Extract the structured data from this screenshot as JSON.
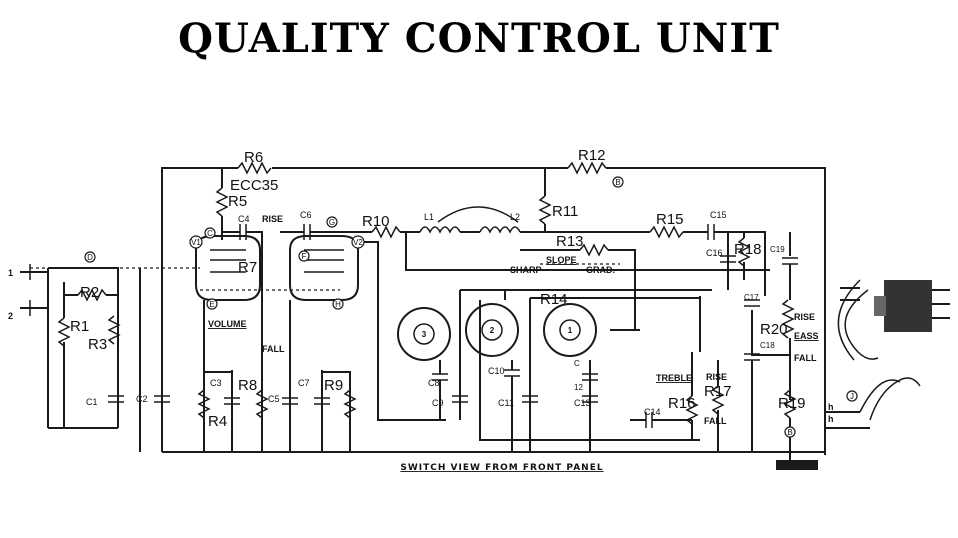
{
  "title": "QUALITY CONTROL UNIT",
  "caption": "SWITCH VIEW FROM FRONT PANEL",
  "tube_type": "ECC35",
  "input_labels": [
    "1",
    "2"
  ],
  "controls": {
    "volume": "VOLUME",
    "rise": "RISE",
    "fall": "FALL",
    "slope": "SLOPE",
    "sharp": "SHARP",
    "grad": "GRAD.",
    "treble": "TREBLE",
    "bass": "EASS"
  },
  "resistors": [
    "R1",
    "R2",
    "R3",
    "R4",
    "R5",
    "R6",
    "R7",
    "R8",
    "R9",
    "R10",
    "R11",
    "R12",
    "R13",
    "R14",
    "R15",
    "R16",
    "R17",
    "R18",
    "R19",
    "R20"
  ],
  "capacitors": [
    "C1",
    "C2",
    "C3",
    "C4",
    "C5",
    "C6",
    "C7",
    "C8",
    "C9",
    "C10",
    "C11",
    "C12",
    "C13",
    "C14",
    "C15",
    "C16",
    "C17",
    "C18",
    "C19"
  ],
  "inductors": [
    "L1",
    "L2"
  ],
  "node_letters": [
    "G",
    "C",
    "F",
    "E",
    "H",
    "D",
    "B",
    "J",
    "V1",
    "V2"
  ],
  "switch_positions": [
    "3",
    "2",
    "1"
  ],
  "output_marks": [
    "h",
    "h"
  ]
}
